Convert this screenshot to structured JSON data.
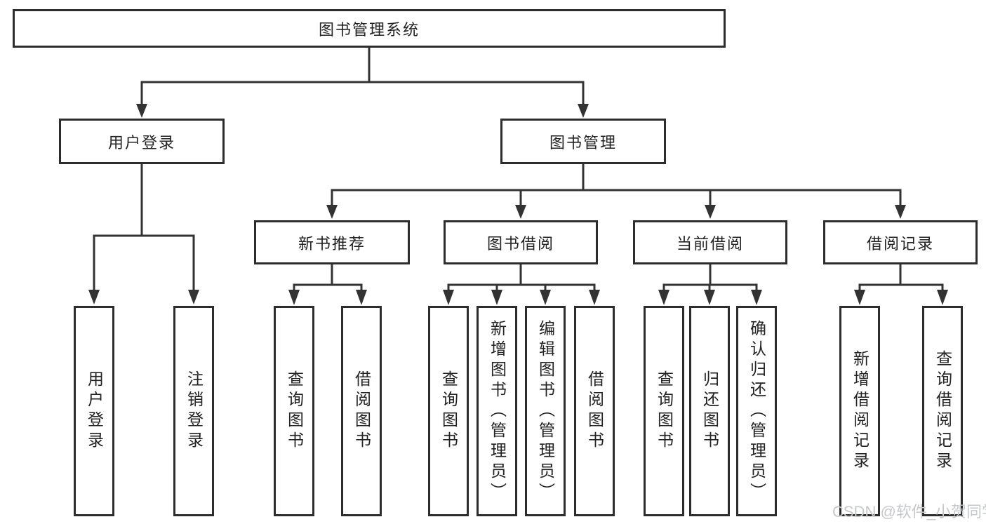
{
  "colors": {
    "line": "#333333",
    "border": "#2d2d2d",
    "text": "#222222",
    "background": "#ffffff",
    "watermark": "#c6c8ca"
  },
  "watermark": {
    "text": "CSDN @软件_小贺同学"
  },
  "diagram": {
    "root": {
      "label": "图书管理系统"
    },
    "user_login": {
      "label": "用户登录",
      "children": [
        {
          "label": "用户登录"
        },
        {
          "label": "注销登录"
        }
      ]
    },
    "book_mgmt": {
      "label": "图书管理",
      "sections": [
        {
          "label": "新书推荐",
          "children": [
            {
              "label": "查询图书"
            },
            {
              "label": "借阅图书"
            }
          ]
        },
        {
          "label": "图书借阅",
          "children": [
            {
              "label": "查询图书"
            },
            {
              "label": "新增图书（管理员）"
            },
            {
              "label": "编辑图书（管理员）"
            },
            {
              "label": "借阅图书"
            }
          ]
        },
        {
          "label": "当前借阅",
          "children": [
            {
              "label": "查询图书"
            },
            {
              "label": "归还图书"
            },
            {
              "label": "确认归还（管理员）"
            }
          ]
        },
        {
          "label": "借阅记录",
          "children": [
            {
              "label": "新增借阅记录"
            },
            {
              "label": "查询借阅记录"
            }
          ]
        }
      ]
    }
  }
}
